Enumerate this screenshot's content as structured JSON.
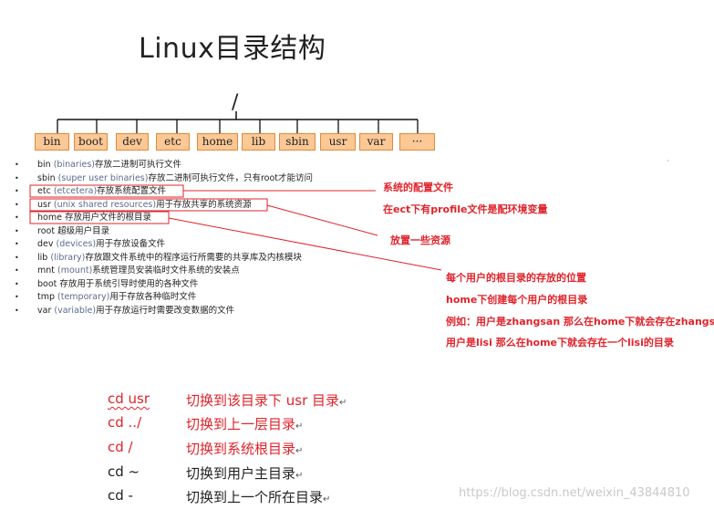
{
  "title": "Linux目录结构",
  "root_label": "/",
  "dirs": [
    "bin",
    "boot",
    "dev",
    "etc",
    "home",
    "lib",
    "sbin",
    "usr",
    "var",
    "···"
  ],
  "list": [
    {
      "pre": "bin  ",
      "paren": "(binaries)",
      "post": "存放二进制可执行文件"
    },
    {
      "pre": "sbin  ",
      "paren": "(super user binaries)",
      "post": "存放二进制可执行文件，只有root才能访问"
    },
    {
      "pre": "etc ",
      "paren": "(etcetera)",
      "post": "存放系统配置文件"
    },
    {
      "pre": "usr  ",
      "paren": "(unix shared resources)",
      "post": "用于存放共享的系统资源"
    },
    {
      "pre": "home ",
      "paren": "",
      "post": "存放用户文件的根目录"
    },
    {
      "pre": "root  ",
      "paren": "",
      "post": "超级用户目录"
    },
    {
      "pre": "dev  ",
      "paren": "(devices)",
      "post": "用于存放设备文件"
    },
    {
      "pre": "lib  ",
      "paren": "(library)",
      "post": "存放跟文件系统中的程序运行所需要的共享库及内核模块"
    },
    {
      "pre": "mnt  ",
      "paren": "(mount)",
      "post": "系统管理员安装临时文件系统的安装点"
    },
    {
      "pre": "boot ",
      "paren": "",
      "post": "存放用于系统引导时使用的各种文件"
    },
    {
      "pre": "tmp  ",
      "paren": "(temporary)",
      "post": "用于存放各种临时文件"
    },
    {
      "pre": "var  ",
      "paren": "(variable)",
      "post": "用于存放运行时需要改变数据的文件"
    }
  ],
  "notes": {
    "etc_1": "系统的配置文件",
    "etc_2": "在ect下有profile文件是配环境变量",
    "usr_1": "放置一些资源",
    "home_1": "每个用户的根目录的存放的位置",
    "home_2": "home下创建每个用户的根目录",
    "home_3": "例如：用户是zhangsan 那么在home下就会存在zhangsan",
    "home_4": "用户是lisi 那么在home下就会存在一个lisi的目录"
  },
  "commands": [
    {
      "cmd": "cd usr",
      "desc": "切换到该目录下 usr 目录",
      "mark": "↵",
      "color": "#e0232b"
    },
    {
      "cmd": "cd ../",
      "desc": "切换到上一层目录",
      "mark": "↵",
      "color": "#e0232b"
    },
    {
      "cmd": "cd /",
      "desc": "切换到系统根目录",
      "mark": "↵",
      "color": "#e0232b"
    },
    {
      "cmd": "cd ~",
      "desc": "切换到用户主目录",
      "mark": "↵",
      "color": "#222222"
    },
    {
      "cmd": "cd -",
      "desc": "切换到上一个所在目录",
      "mark": "↵",
      "color": "#222222"
    }
  ],
  "watermark": "https://blog.csdn.net/weixin_43844810",
  "colors": {
    "accent_red": "#e0232b",
    "dir_fill": "#fbc896",
    "dir_border": "#e08a3a"
  }
}
